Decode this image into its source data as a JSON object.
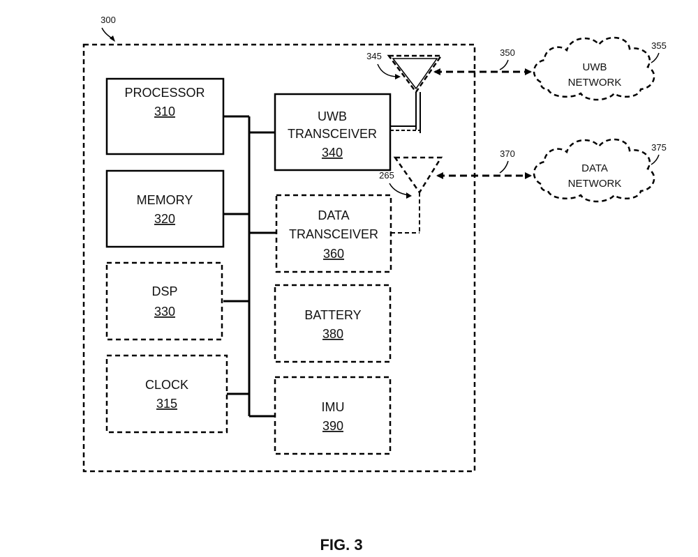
{
  "device": {
    "ref": "300"
  },
  "blocks": {
    "processor": {
      "label": "PROCESSOR",
      "num": "310"
    },
    "memory": {
      "label": "MEMORY",
      "num": "320"
    },
    "dsp": {
      "label": "DSP",
      "num": "330"
    },
    "clock": {
      "label": "CLOCK",
      "num": "315"
    },
    "uwb_transceiver": {
      "label_line1": "UWB",
      "label_line2": "TRANSCEIVER",
      "num": "340"
    },
    "data_transceiver": {
      "label_line1": "DATA",
      "label_line2": "TRANSCEIVER",
      "num": "360"
    },
    "battery": {
      "label": "BATTERY",
      "num": "380"
    },
    "imu": {
      "label": "IMU",
      "num": "390"
    }
  },
  "antennas": {
    "uwb_ref": "345",
    "data_ref": "265"
  },
  "links": {
    "uwb_ref": "350",
    "data_ref": "370"
  },
  "networks": {
    "uwb": {
      "line1": "UWB",
      "line2": "NETWORK",
      "ref": "355"
    },
    "data": {
      "line1": "DATA",
      "line2": "NETWORK",
      "ref": "375"
    }
  },
  "caption": "FIG. 3"
}
